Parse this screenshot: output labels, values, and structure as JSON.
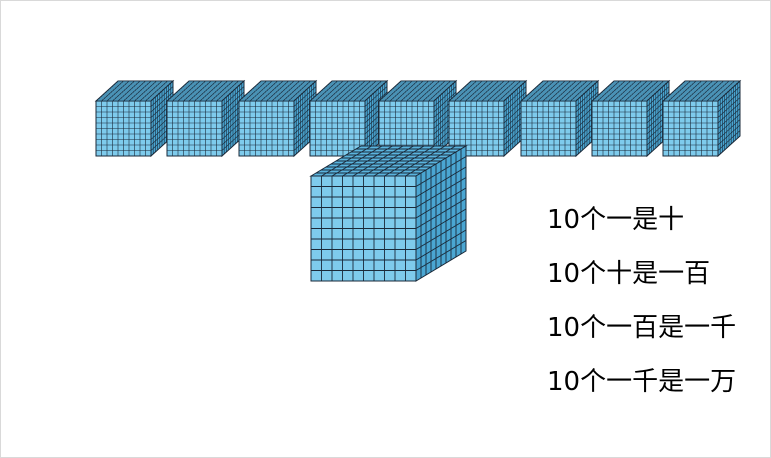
{
  "cube_colors": {
    "face": "#7ecbec",
    "top": "#5ab4de",
    "side": "#4aa6d2",
    "grid_line": "#1a2a3a"
  },
  "row_blocks": 9,
  "blocks_per_big_cube": 10,
  "facts": [
    "10个一是十",
    "10个十是一百",
    "10个一百是一千",
    "10个一千是一万"
  ]
}
